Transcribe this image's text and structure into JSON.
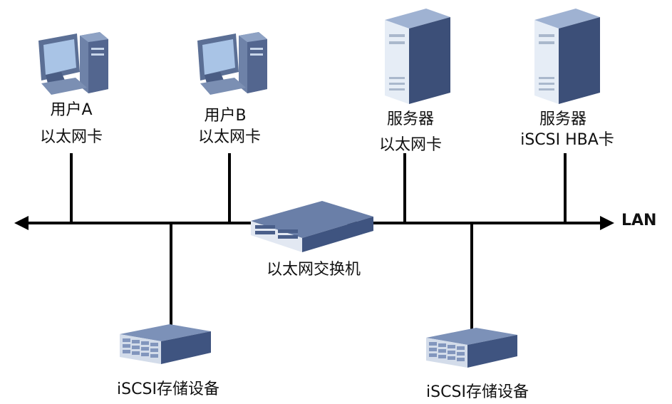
{
  "network": {
    "lan_label": "LAN",
    "switch_label": "以太网交换机"
  },
  "nodes": {
    "user_a": {
      "line1": "用户A",
      "line2": "以太网卡"
    },
    "user_b": {
      "line1": "用户B",
      "line2": "以太网卡"
    },
    "server_eth": {
      "line1": "服务器",
      "line2": "以太网卡"
    },
    "server_hba": {
      "line1": "服务器",
      "line2": "iSCSI HBA卡"
    },
    "storage_1": {
      "label": "iSCSI存储设备"
    },
    "storage_2": {
      "label": "iSCSI存储设备"
    }
  },
  "colors": {
    "pc_body": "#5b6f95",
    "pc_screen": "#a9c4e6",
    "server_front": "#e6edf6",
    "server_side": "#3c4f78",
    "switch_body": "#4a5f8a",
    "storage_body": "#3f5480",
    "line": "#000000"
  }
}
